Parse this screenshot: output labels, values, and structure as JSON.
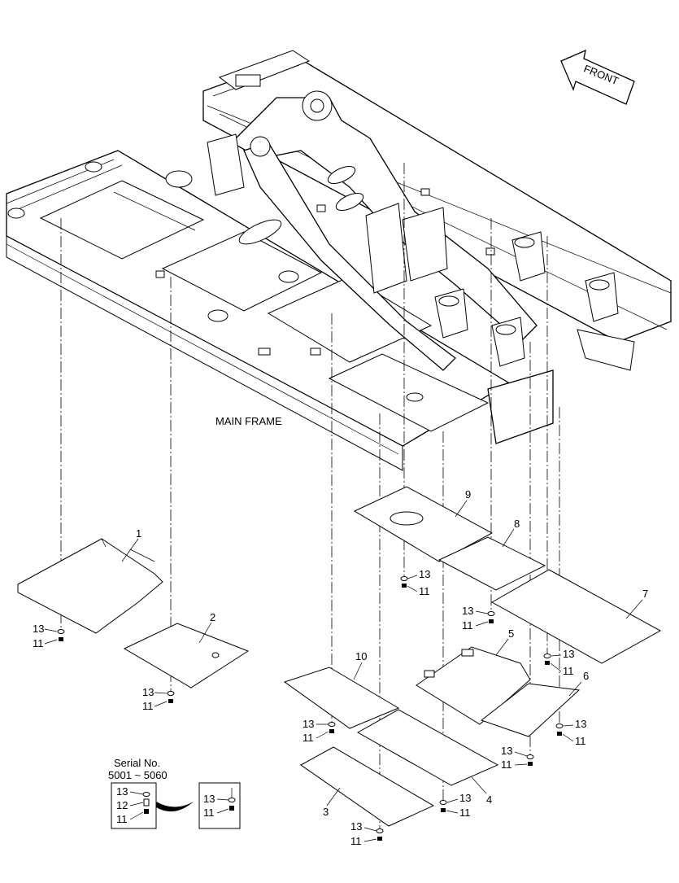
{
  "diagram": {
    "main_label": "MAIN FRAME",
    "front_label": "FRONT",
    "parts": [
      {
        "id": "p1",
        "label": "1"
      },
      {
        "id": "p2",
        "label": "2"
      },
      {
        "id": "p3",
        "label": "3"
      },
      {
        "id": "p4",
        "label": "4"
      },
      {
        "id": "p5",
        "label": "5"
      },
      {
        "id": "p6",
        "label": "6"
      },
      {
        "id": "p7",
        "label": "7"
      },
      {
        "id": "p8",
        "label": "8"
      },
      {
        "id": "p9",
        "label": "9"
      },
      {
        "id": "p10",
        "label": "10"
      }
    ],
    "fastener_labels": {
      "washer": "13",
      "bolt": "11",
      "spacer": "12"
    },
    "inset": {
      "serial_title": "Serial No.",
      "serial_range": "5001 ~ 5060"
    }
  }
}
